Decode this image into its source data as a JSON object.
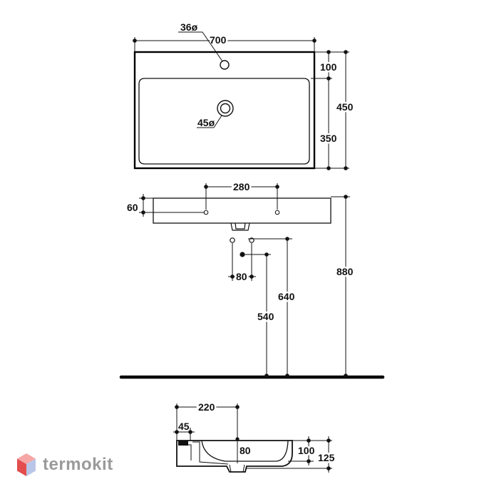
{
  "top_view": {
    "tap_hole_diameter": "36ø",
    "width": "700",
    "rim_depth": "100",
    "total_depth": "450",
    "bowl_depth": "350",
    "drain_diameter": "45ø"
  },
  "front_view": {
    "fixing_spacing": "280",
    "rim_height": "60",
    "supply_spacing": "80",
    "supply_height": "540",
    "waste_height": "640",
    "top_height": "880"
  },
  "side_view": {
    "waste_offset": "220",
    "wall_offset": "45",
    "outlet_drop": "80",
    "bowl_height": "100",
    "total_height": "125"
  },
  "watermark": {
    "brand": "termokit",
    "colors": {
      "top": "#f7a6a6",
      "left": "#e34d4d",
      "right": "#b9c6e8",
      "text": "#9a9a9a"
    }
  }
}
